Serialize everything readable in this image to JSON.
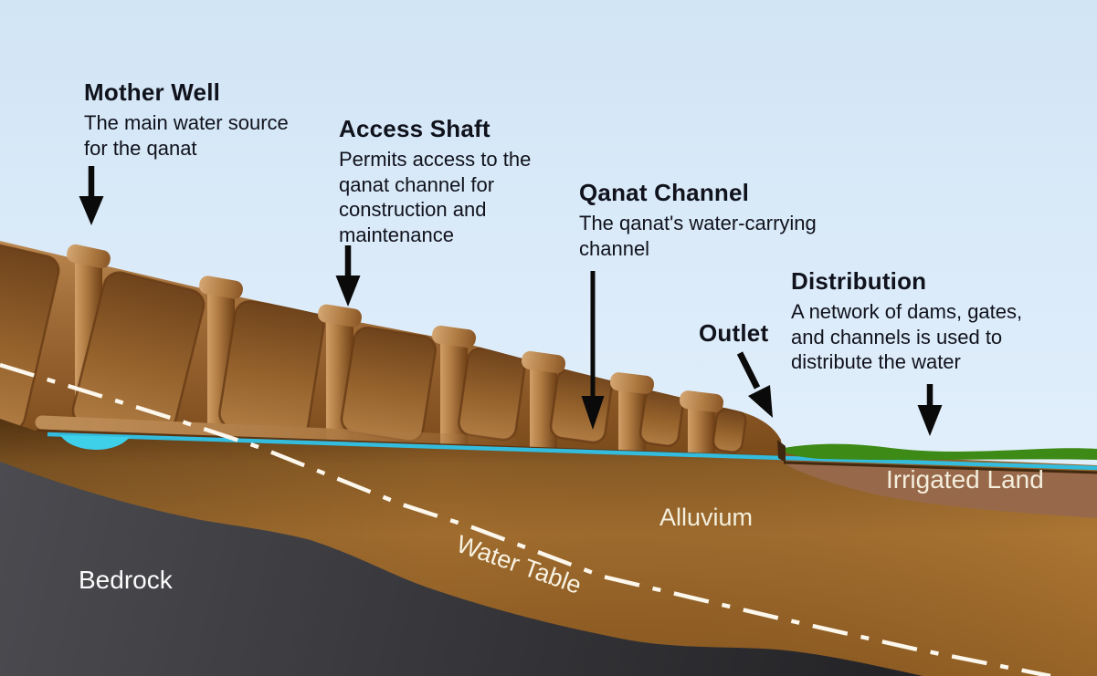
{
  "callouts": {
    "mother_well": {
      "heading": "Mother Well",
      "body": "The main water source\nfor the qanat"
    },
    "access_shaft": {
      "heading": "Access Shaft",
      "body": "Permits access to the\nqanat channel for\nconstruction and\nmaintenance"
    },
    "qanat_channel": {
      "heading": "Qanat Channel",
      "body": "The qanat's water-carrying\nchannel"
    },
    "outlet": {
      "heading": "Outlet"
    },
    "distribution": {
      "heading": "Distribution",
      "body": "A network of dams, gates,\nand channels is used to\ndistribute the water"
    }
  },
  "layer_labels": {
    "irrigated_land": "Irrigated Land",
    "alluvium": "Alluvium",
    "water_table": "Water Table",
    "bedrock": "Bedrock"
  },
  "palette": {
    "sky": "#dcecf9",
    "earth_light": "#bb8850",
    "earth_dark": "#7c4c1d",
    "panel_dark": "#6f431c",
    "channel_bar": "#b98a55",
    "water": "#35bedf",
    "irrigated_green": "#3d8a17",
    "irrigated_band": "#97694a",
    "bedrock": "#39393d",
    "water_table_line": "#fcf7ec",
    "text_dark": "#10121c",
    "text_light": "#f4eedc",
    "arrow": "#0a0a0a"
  }
}
